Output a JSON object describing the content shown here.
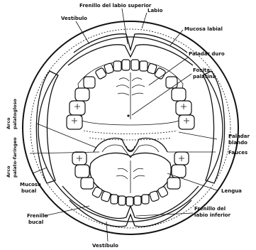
{
  "labels": {
    "labio": "Labio",
    "frenillo_superior": "Frenillo del labio superior",
    "vestibulo_superior": "Vestíbulo",
    "mucosa_labial": "Mucosa labial",
    "paladar_duro": "Paladar duro",
    "fosita_palatina": [
      "Fosita",
      "palatina"
    ],
    "paladar_blando": [
      "Paladar",
      "blando"
    ],
    "arco_palatogloso": [
      "Arco",
      "palatogloso"
    ],
    "arco_palatofaringeo": [
      "Arco",
      "palato-faríngeo"
    ],
    "fauces": "Fauces",
    "mucosa_bucal": [
      "Mucosa",
      "bucal"
    ],
    "lengua": "Lengua",
    "frenillo_bucal": [
      "Frenillo",
      "bucal"
    ],
    "frenillo_inferior": [
      "Frenillo del",
      "labio inferior"
    ],
    "vestibulo_inferior": "Vestíbulo"
  }
}
